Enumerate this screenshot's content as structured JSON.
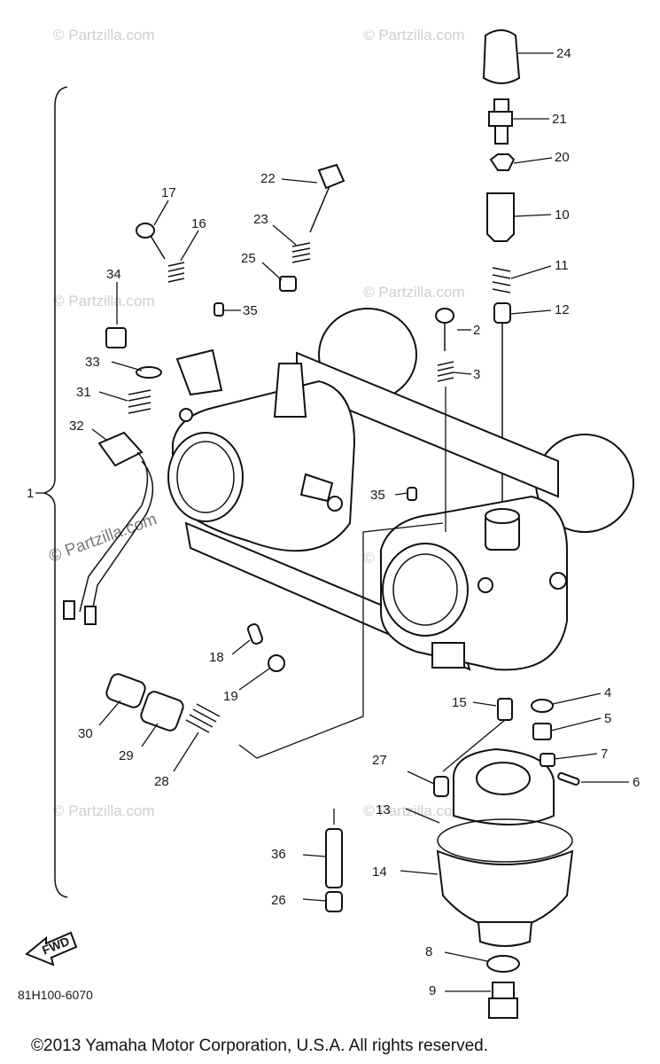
{
  "diagram": {
    "callouts": [
      {
        "id": "24",
        "label": "24"
      },
      {
        "id": "21",
        "label": "21"
      },
      {
        "id": "20",
        "label": "20"
      },
      {
        "id": "10",
        "label": "10"
      },
      {
        "id": "11",
        "label": "11"
      },
      {
        "id": "12",
        "label": "12"
      },
      {
        "id": "22",
        "label": "22"
      },
      {
        "id": "17",
        "label": "17"
      },
      {
        "id": "16",
        "label": "16"
      },
      {
        "id": "23",
        "label": "23"
      },
      {
        "id": "25",
        "label": "25"
      },
      {
        "id": "34",
        "label": "34"
      },
      {
        "id": "35a",
        "label": "35"
      },
      {
        "id": "2",
        "label": "2"
      },
      {
        "id": "3",
        "label": "3"
      },
      {
        "id": "33",
        "label": "33"
      },
      {
        "id": "31",
        "label": "31"
      },
      {
        "id": "32",
        "label": "32"
      },
      {
        "id": "1",
        "label": "1"
      },
      {
        "id": "35b",
        "label": "35"
      },
      {
        "id": "18",
        "label": "18"
      },
      {
        "id": "19",
        "label": "19"
      },
      {
        "id": "30",
        "label": "30"
      },
      {
        "id": "29",
        "label": "29"
      },
      {
        "id": "28",
        "label": "28"
      },
      {
        "id": "15",
        "label": "15"
      },
      {
        "id": "4",
        "label": "4"
      },
      {
        "id": "5",
        "label": "5"
      },
      {
        "id": "7",
        "label": "7"
      },
      {
        "id": "6",
        "label": "6"
      },
      {
        "id": "27",
        "label": "27"
      },
      {
        "id": "13",
        "label": "13"
      },
      {
        "id": "36",
        "label": "36"
      },
      {
        "id": "14",
        "label": "14"
      },
      {
        "id": "26",
        "label": "26"
      },
      {
        "id": "8",
        "label": "8"
      },
      {
        "id": "9",
        "label": "9"
      }
    ],
    "fwd_badge": "FWD",
    "part_code": "81H100-6070",
    "watermark": "© Partzilla.com",
    "copyright": "©2013 Yamaha Motor Corporation, U.S.A. All rights reserved."
  }
}
